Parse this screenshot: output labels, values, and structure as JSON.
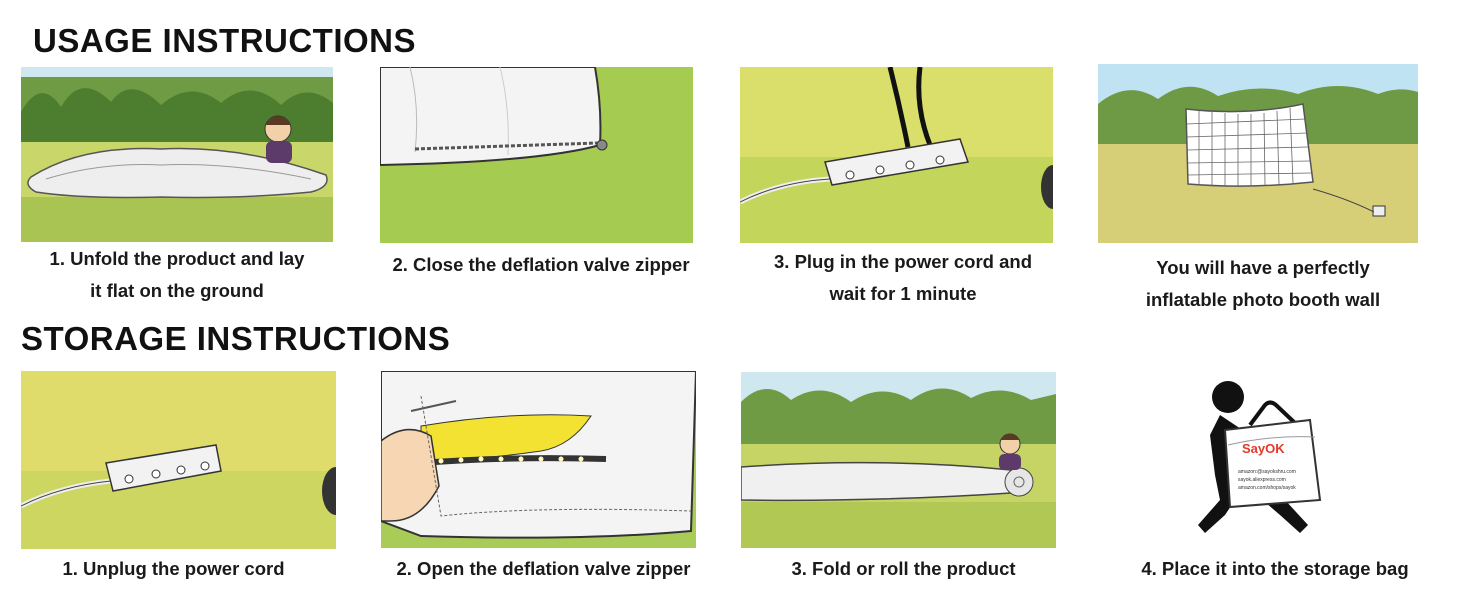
{
  "usage": {
    "title": "USAGE INSTRUCTIONS",
    "steps": [
      {
        "line1": "1. Unfold the product and lay",
        "line2": "it flat on the ground"
      },
      {
        "line1": "2. Close the deflation valve zipper",
        "line2": ""
      },
      {
        "line1": "3. Plug in the power cord and",
        "line2": "wait for 1 minute"
      },
      {
        "line1": "You will have a perfectly",
        "line2": "inflatable photo booth wall"
      }
    ]
  },
  "storage": {
    "title": "STORAGE INSTRUCTIONS",
    "steps": [
      {
        "line1": "1. Unplug the power cord"
      },
      {
        "line1": "2. Open the deflation valve zipper"
      },
      {
        "line1": "3. Fold or roll the product"
      },
      {
        "line1": "4. Place it into the storage bag"
      }
    ],
    "bag": {
      "brand": "SayOK",
      "lines": [
        "amazon:@sayokshru.com",
        "sayok.aliexpress.com",
        "amazon.com/shops/sayok"
      ]
    }
  },
  "colors": {
    "grass_light": "#e6e27a",
    "grass_dark": "#7fae3a",
    "sky": "#bfe3f2",
    "title": "#111111"
  }
}
